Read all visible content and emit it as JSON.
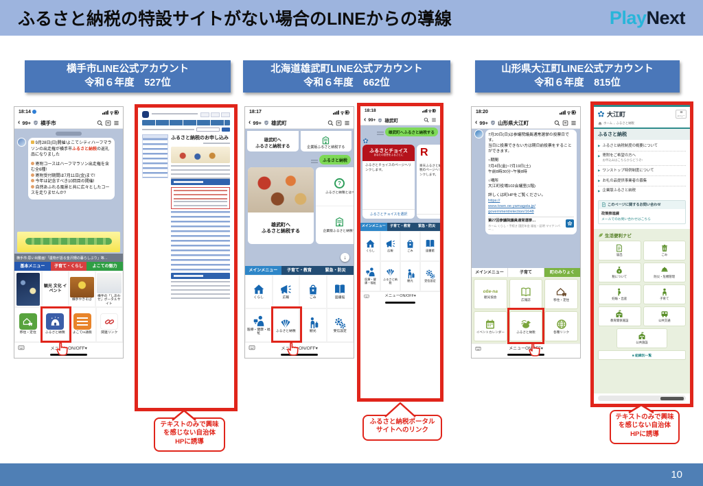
{
  "slide": {
    "title": "ふるさと納税の特設サイトがない場合のLINEからの導線",
    "logo_play": "Play",
    "logo_next": "Next",
    "page_number": "10"
  },
  "glyphs": {
    "chevron": "‹",
    "caret": "▾",
    "q": "?",
    "down": "↓",
    "tri": "▶",
    "home": "⌂",
    "sq": "■"
  },
  "boxes": [
    {
      "line1": "横手市LINE公式アカウント",
      "line2": "令和６年度　527位"
    },
    {
      "line1": "北海道雄武町LINE公式アカウント",
      "line2": "令和６年度　662位"
    },
    {
      "line1": "山形県大江町LINE公式アカウント",
      "line2": "令和６年度　815位"
    }
  ],
  "callouts": [
    {
      "line1": "テキストのみで興味",
      "line2": "を感じない自治体",
      "line3": "HPに誘導"
    },
    {
      "line1": "ふるさと納税ポータル",
      "line2": "サイトへのリンク"
    },
    {
      "line1": "テキストのみで興味",
      "line2": "を感じない自治体",
      "line3": "HPに誘導"
    }
  ],
  "yokote": {
    "time": "18:14",
    "back": "99+",
    "title": "横手市",
    "msg_pre": "9月28日(日)開催!よこてシティハーフマラソンの出走権が横手市",
    "msg_hl": "ふるさと納税",
    "msg_post": "の返礼品になりました",
    "msg_l1": "寄附コースはハーフマラソン出走権を含む全6種!",
    "msg_l2": "寄附受付期間は7月11日(金)まで!",
    "msg_l3": "今年は記念すべき10回目の開催!",
    "msg_l4": "自然あふれる風景と共に広々としたコースを走りませんか?",
    "ticker": "横手市:思い出動画!「遺物が語る金沢柵の暮らしぶり」等…",
    "tab1": "基本メニュー",
    "tab2": "子育て・くらし",
    "tab3": "よこての魅力",
    "m_event": "観光 文化 イベント",
    "m_yakisoba": "横手やきそば",
    "m_portal": "横手の「しあわせ」ポータルサイト",
    "m_iju": "移住・定住",
    "m_furusato": "ふるさと納税",
    "m_tsuhan": "よこてto通販",
    "m_links": "関連リンク",
    "menu_toggle": "メニューON/OFF▾"
  },
  "yokote_site": {
    "heading": "ふるさと納税のお申し込み"
  },
  "oumu_chat": {
    "time": "18:17",
    "back": "99+",
    "title": "雄武町",
    "top_left1": "雄武町へ",
    "top_left2": "ふるさと納税する",
    "top_right": "企業版ふるさと納税する",
    "bubble": "ふるさと納税",
    "card_photo_l1": "雄武町へ",
    "card_photo_l2": "ふるさと納税する",
    "card_q": "ふるさと納税とは?",
    "card_corp": "企業版ふるさと納税す",
    "tab1": "メインメニュー",
    "tab2": "子育て・教育",
    "tab3": "緊急・防災",
    "m1": "くらし",
    "m2": "広報",
    "m3": "ごみ",
    "m4": "図書館",
    "m5": "医療・健康・福祉",
    "m6": "ふるさと納税",
    "m7": "観光",
    "m8": "受信設定",
    "menu_toggle": "メニューON/OFF▾"
  },
  "oumu_portal": {
    "time": "18:18",
    "back": "99+",
    "title": "雄武町",
    "bubble": "雄武町へふるさと納税する",
    "choice_l1": "ふるさとチョイス",
    "choice_l2": "あなたの意思をふるさとに",
    "choice_body": "ふるさとチョイスのページへリンクします。",
    "choice_link": "ふるさとチョイスを選択",
    "rakuten_r": "R",
    "rakuten_body": "楽天ふるさと納税のページへリンクします。",
    "tab1": "メインメニュー",
    "tab2": "子育て・教育",
    "tab3": "緊急・防災",
    "m1": "くらし",
    "m2": "広報",
    "m3": "ごみ",
    "m4": "図書館",
    "m5": "医療・健康・福祉",
    "m6": "ふるさと納税",
    "m7": "観光",
    "m8": "受信設定",
    "menu_toggle": "メニューON/OFF▾"
  },
  "oe_chat": {
    "time": "18:20",
    "back": "99+",
    "title": "山形県大江町",
    "msg_l1": "7月20日(日)は参議院議員通常選挙の投票日です。",
    "msg_l2": "当日に投票できない方は期日前投票をすることができます。",
    "sec1": "○期間",
    "sec1_l1": "7月4日(金)~7月19日(土)",
    "sec1_l2": "午前8時30分~午後8時",
    "sec2": "○場所",
    "sec2_l1": "大江町役場102会議室(1階)",
    "more": "詳しくは町HPをご覧ください。",
    "url1": "https://",
    "url2": "www.town.oe.yamagata.jp/",
    "url3": "government/election/1648",
    "prev_title": "第27回参議院議員通常選挙…",
    "prev_desc": "ホーム くらし・手続き 国民年金 福祉・証明 マイナンバー…",
    "prev_logo": "大",
    "tab1": "メインメニュー",
    "tab2": "子育て",
    "tab3": "町のみりょく",
    "m1_logo": "oße-na",
    "m1": "観光協会",
    "m2": "広報誌",
    "m3": "移住・定住",
    "m4": "イベントカレンダー",
    "m5": "ふるさと納税",
    "m6": "各種リンク",
    "menu_toggle": "メニューON/OFF▾"
  },
  "oe_site": {
    "site": "大江町",
    "menu_label": "メニュー",
    "breadcrumb_home": "ホーム",
    "breadcrumb_sep": "›",
    "breadcrumb_page": "ふるさと納税",
    "title": "ふるさと納税",
    "l1": "ふるさと納税制度の概要について",
    "l2": "寄附をご希望の方へ",
    "l2_sub": "お申込みはこちらからどうぞ!",
    "l3": "ワンストップ特例制度について",
    "l4": "お礼の品提供事業者の募集",
    "l5": "企業版ふるさと納税",
    "inq_title": "このページに関するお問い合わせ",
    "inq_dept": "政策推進課",
    "inq_link": "メールでのお問い合わせはこちら",
    "navi": "生活便利ナビ",
    "n1": "届出",
    "n2": "ごみ",
    "n3": "税について",
    "n4": "防災・危機管理",
    "n5": "妊娠・出産",
    "n6": "子育て",
    "n7": "教育関係施設",
    "n8": "公共交通",
    "n9": "公共施設",
    "org": "組織別一覧"
  }
}
